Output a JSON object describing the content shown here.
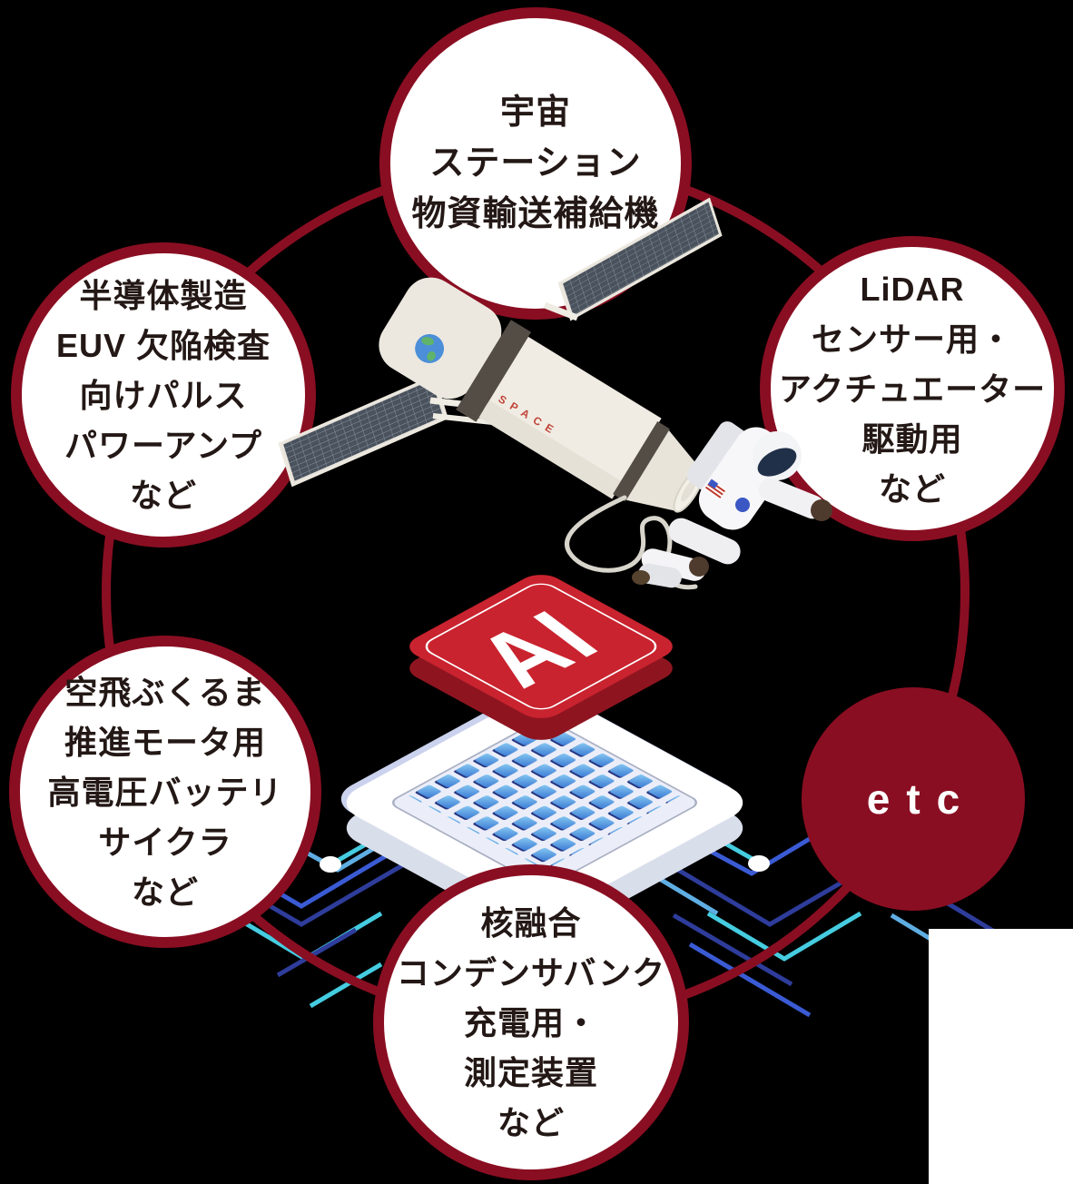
{
  "colors": {
    "background": "#000000",
    "maroon": "#8A0E22",
    "text_dark": "#231815",
    "chip_red": "#C9232F",
    "trace_blue": "#3A5BD4",
    "trace_navy": "#2E3D9B",
    "trace_sky": "#5FAEE3",
    "trace_cyan": "#45CCE0"
  },
  "center": {
    "chip_label": "AI",
    "satellite_text": "SPACE"
  },
  "etc": {
    "label": "etc"
  },
  "nodes": [
    {
      "id": "space-station",
      "lines": [
        "宇宙",
        "ステーション",
        "物資輸送補給機"
      ]
    },
    {
      "id": "semiconductor-euv",
      "lines": [
        "半導体製造",
        "EUV 欠陥検査",
        "向けパルス",
        "パワーアンプ",
        "など"
      ]
    },
    {
      "id": "lidar",
      "lines": [
        "LiDAR",
        "センサー用・",
        "アクチュエーター",
        "駆動用",
        "など"
      ]
    },
    {
      "id": "flying-car",
      "lines": [
        "空飛ぶくるま",
        "推進モータ用",
        "高電圧バッテリ",
        "サイクラ",
        "など"
      ]
    },
    {
      "id": "fusion",
      "lines": [
        "核融合",
        "コンデンサバンク",
        "充電用・",
        "測定装置",
        "など"
      ]
    }
  ]
}
